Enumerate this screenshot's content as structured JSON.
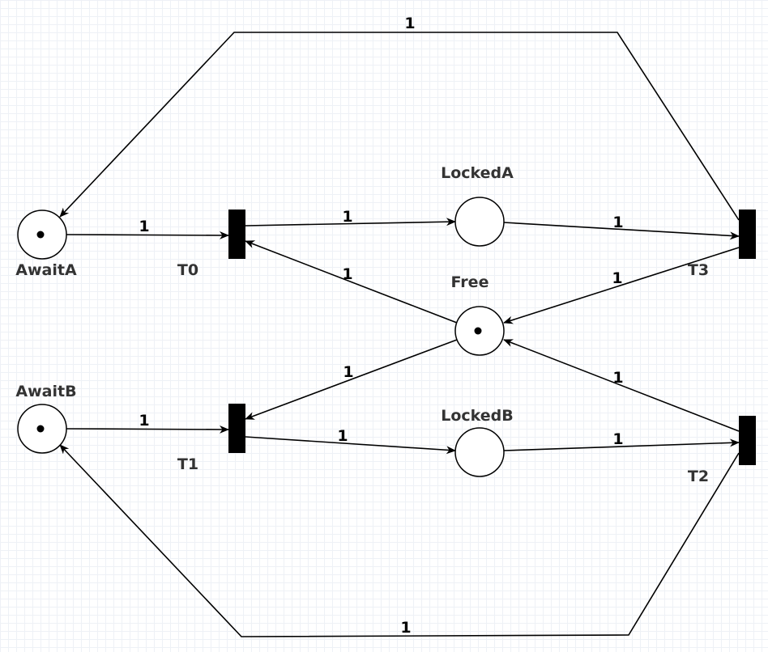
{
  "places": [
    {
      "id": "awaitA",
      "label": "AwaitA",
      "tokens": 1
    },
    {
      "id": "lockedA",
      "label": "LockedA",
      "tokens": 0
    },
    {
      "id": "free",
      "label": "Free",
      "tokens": 1
    },
    {
      "id": "awaitB",
      "label": "AwaitB",
      "tokens": 1
    },
    {
      "id": "lockedB",
      "label": "LockedB",
      "tokens": 0
    }
  ],
  "transitions": [
    {
      "id": "t0",
      "label": "T0"
    },
    {
      "id": "t1",
      "label": "T1"
    },
    {
      "id": "t2",
      "label": "T2"
    },
    {
      "id": "t3",
      "label": "T3"
    }
  ],
  "arcs": [
    {
      "id": "t3-awaitA",
      "from": "T3",
      "to": "AwaitA",
      "weight": "1"
    },
    {
      "id": "awaitA-t0",
      "from": "AwaitA",
      "to": "T0",
      "weight": "1"
    },
    {
      "id": "t0-lockedA",
      "from": "T0",
      "to": "LockedA",
      "weight": "1"
    },
    {
      "id": "lockedA-t3",
      "from": "LockedA",
      "to": "T3",
      "weight": "1"
    },
    {
      "id": "free-t0",
      "from": "Free",
      "to": "T0",
      "weight": "1"
    },
    {
      "id": "t3-free",
      "from": "T3",
      "to": "Free",
      "weight": "1"
    },
    {
      "id": "free-t1",
      "from": "Free",
      "to": "T1",
      "weight": "1"
    },
    {
      "id": "t2-free",
      "from": "T2",
      "to": "Free",
      "weight": "1"
    },
    {
      "id": "awaitB-t1",
      "from": "AwaitB",
      "to": "T1",
      "weight": "1"
    },
    {
      "id": "t1-lockedB",
      "from": "T1",
      "to": "LockedB",
      "weight": "1"
    },
    {
      "id": "lockedB-t2",
      "from": "LockedB",
      "to": "T2",
      "weight": "1"
    },
    {
      "id": "t2-awaitB",
      "from": "T2",
      "to": "AwaitB",
      "weight": "1"
    }
  ]
}
